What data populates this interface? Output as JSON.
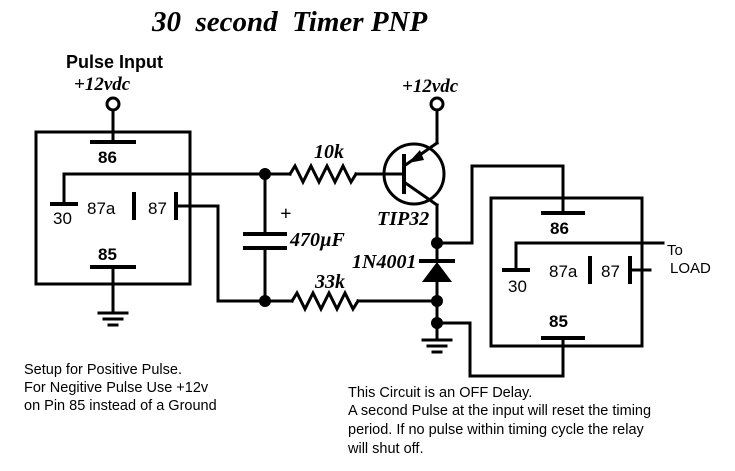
{
  "title": "30  second  Timer PNP",
  "pulse_input": {
    "label": "Pulse Input",
    "supply": "+12vdc",
    "relay": {
      "pin86": "86",
      "pin30": "30",
      "pin87a": "87a",
      "pin87": "87",
      "pin85": "85"
    }
  },
  "transistor": {
    "supply": "+12vdc",
    "part": "TIP32"
  },
  "resistor_top": "10k",
  "resistor_bottom": "33k",
  "capacitor": {
    "value": "470µF",
    "polarity": "+"
  },
  "diode": "1N4001",
  "load_relay": {
    "pin86": "86",
    "pin30": "30",
    "pin87a": "87a",
    "pin87": "87",
    "pin85": "85"
  },
  "load_label": {
    "line1": "To",
    "line2": "LOAD"
  },
  "note_left": [
    "Setup for Positive Pulse.",
    "For Negitive Pulse Use +12v",
    "on Pin 85 instead of a Ground"
  ],
  "note_bottom": [
    "This Circuit is an OFF Delay.",
    "A second Pulse at the input will reset the timing",
    "period. If no pulse within timing cycle the relay",
    "will shut off."
  ]
}
